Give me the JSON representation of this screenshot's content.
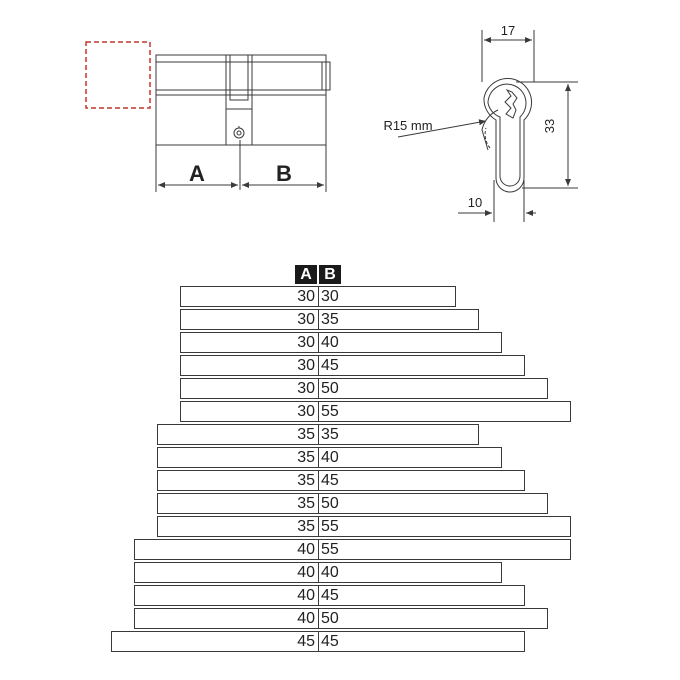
{
  "drawing": {
    "label_a": "A",
    "label_b": "B",
    "dim_width": "17",
    "dim_height": "33",
    "dim_bottom": "10",
    "radius_label": "R15 mm",
    "outline_color": "#3a3a3a",
    "cam_color": "#c0392b"
  },
  "table": {
    "header_a": "A",
    "header_b": "B",
    "rows": [
      {
        "a": "30",
        "b": "30"
      },
      {
        "a": "30",
        "b": "35"
      },
      {
        "a": "30",
        "b": "40"
      },
      {
        "a": "30",
        "b": "45"
      },
      {
        "a": "30",
        "b": "50"
      },
      {
        "a": "30",
        "b": "55"
      },
      {
        "a": "35",
        "b": "35"
      },
      {
        "a": "35",
        "b": "40"
      },
      {
        "a": "35",
        "b": "45"
      },
      {
        "a": "35",
        "b": "50"
      },
      {
        "a": "35",
        "b": "55"
      },
      {
        "a": "40",
        "b": "55"
      },
      {
        "a": "40",
        "b": "40"
      },
      {
        "a": "40",
        "b": "45"
      },
      {
        "a": "40",
        "b": "50"
      },
      {
        "a": "45",
        "b": "45"
      }
    ]
  }
}
